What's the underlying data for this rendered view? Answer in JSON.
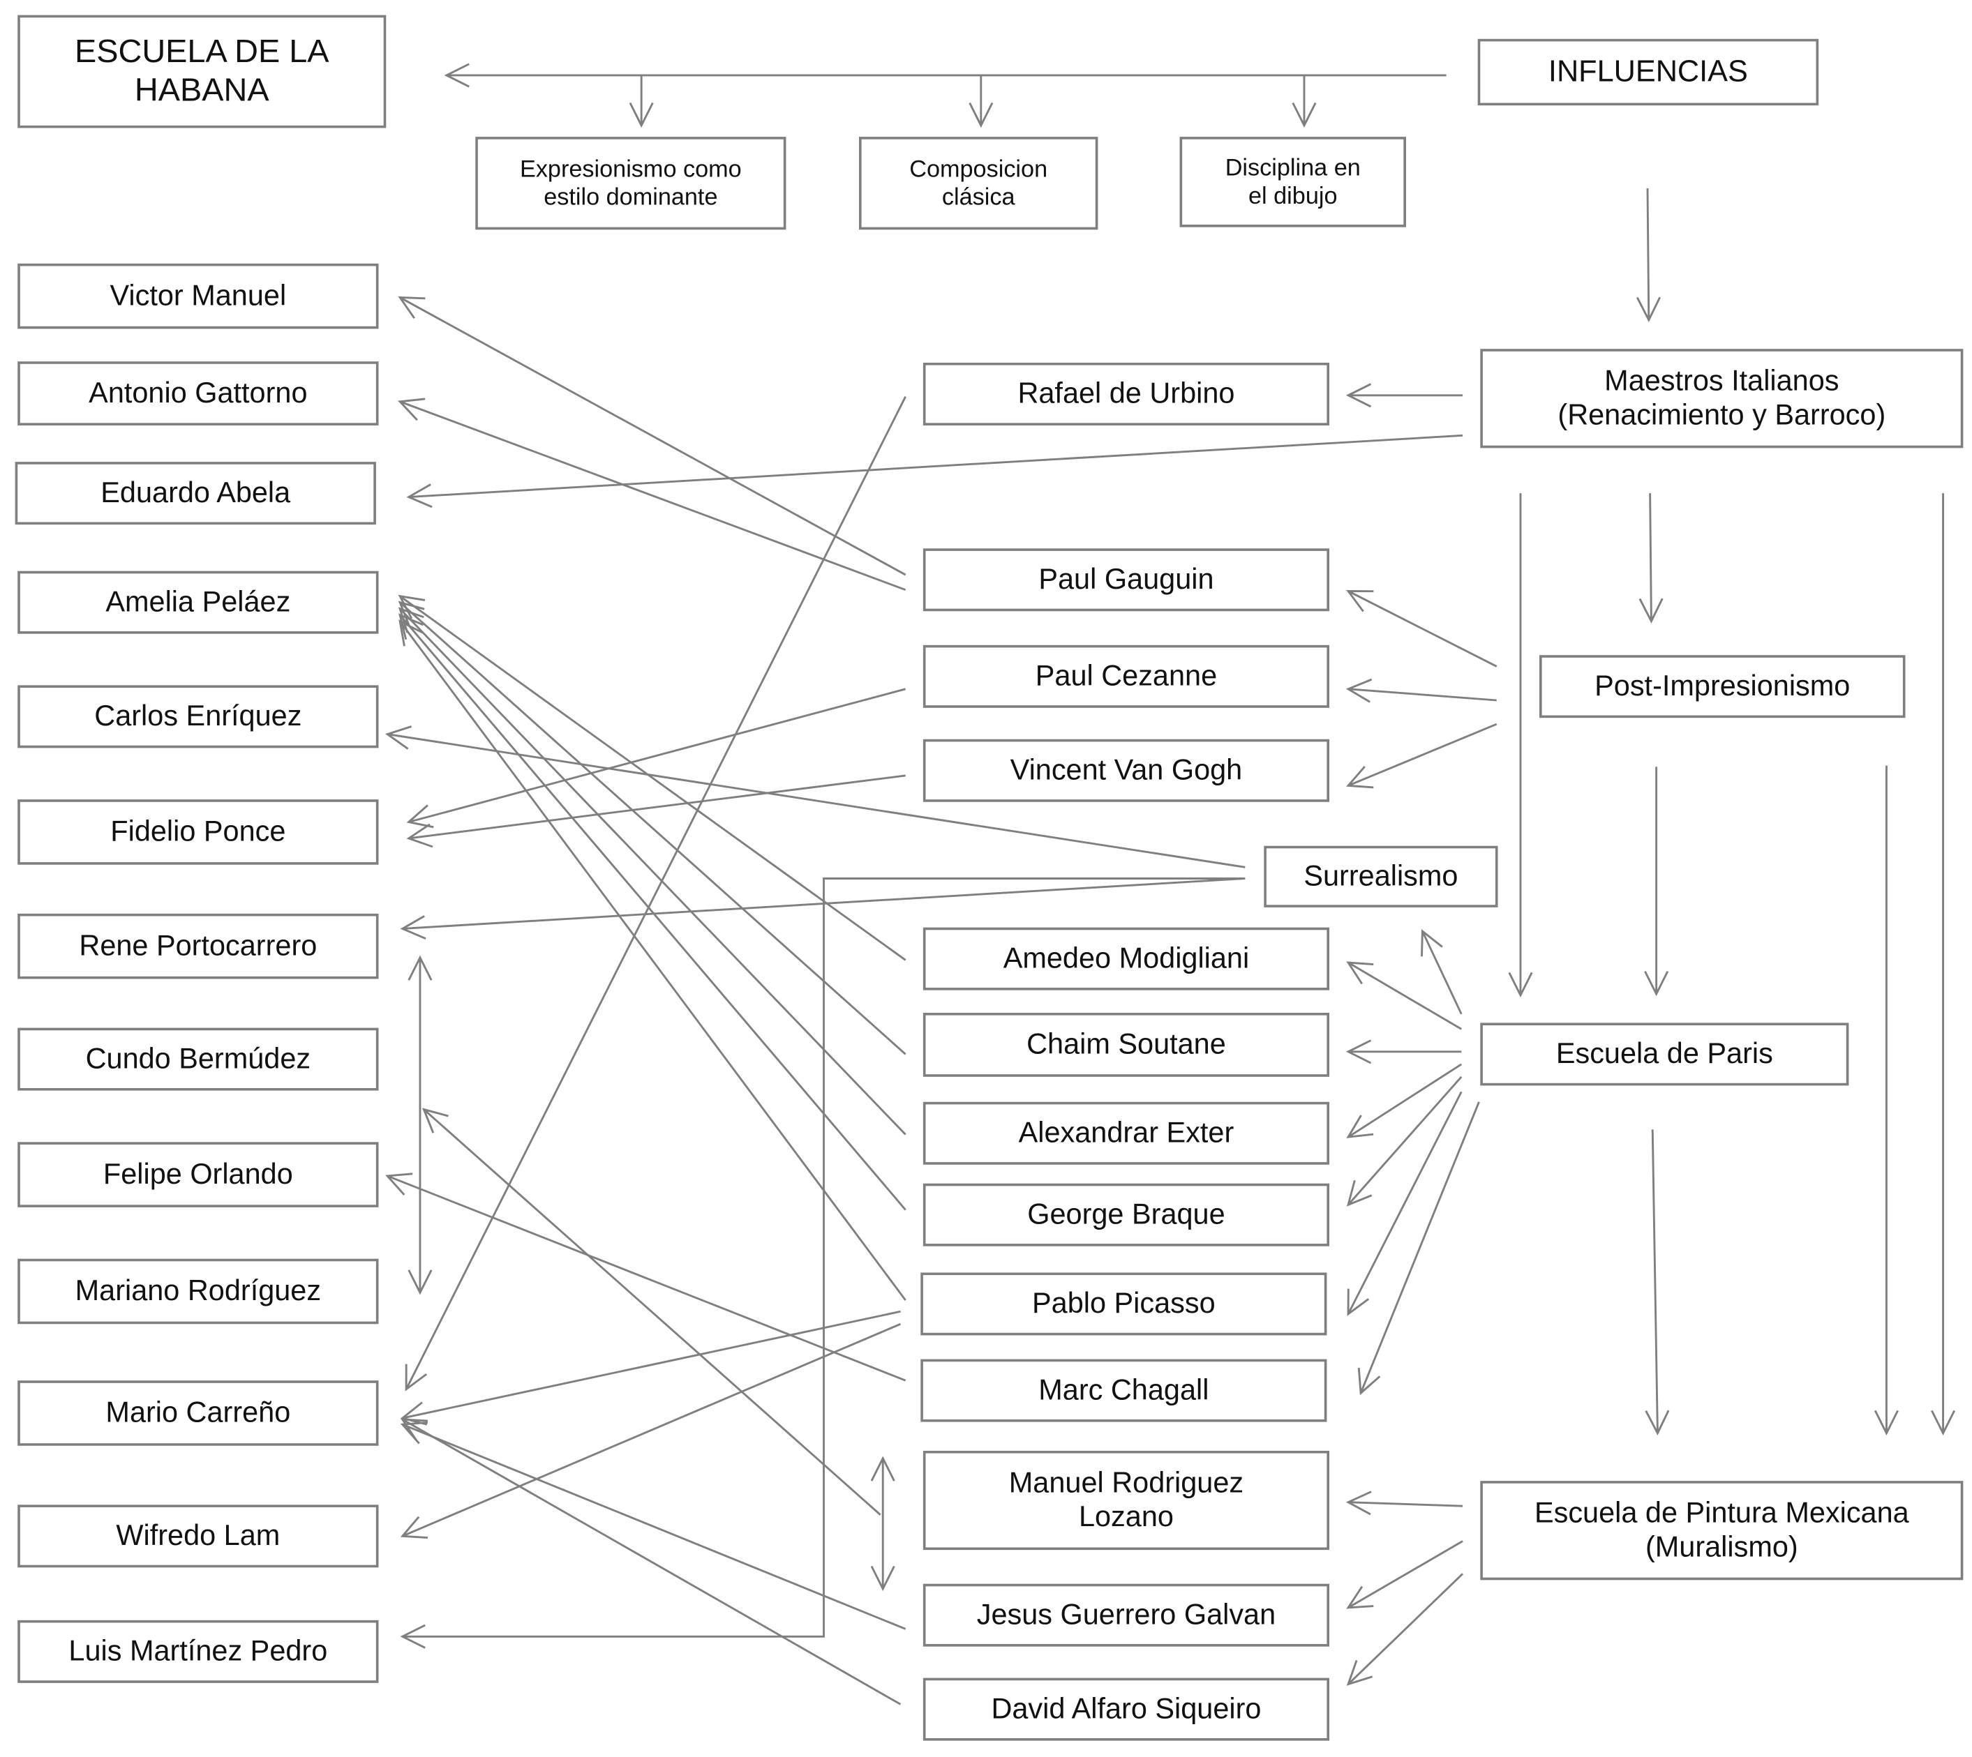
{
  "title": "ESCUELA DE LA HABANA",
  "colors": {
    "line": "#7f7f7f",
    "text": "#111111",
    "background": "#ffffff"
  },
  "nodes": {
    "habana": {
      "lines": [
        "ESCUELA DE LA",
        "HABANA"
      ]
    },
    "influencias": {
      "lines": [
        "INFLUENCIAS"
      ]
    },
    "expresionismo": {
      "lines": [
        "Expresionismo como",
        "estilo dominante"
      ]
    },
    "composicion": {
      "lines": [
        "Composicion",
        "clásica"
      ]
    },
    "disciplina": {
      "lines": [
        "Disciplina  en",
        "el dibujo"
      ]
    },
    "victor": {
      "lines": [
        "Victor Manuel"
      ]
    },
    "gattorno": {
      "lines": [
        "Antonio Gattorno"
      ]
    },
    "abela": {
      "lines": [
        "Eduardo Abela"
      ]
    },
    "pelaez": {
      "lines": [
        "Amelia Peláez"
      ]
    },
    "enriquez": {
      "lines": [
        "Carlos Enríquez"
      ]
    },
    "ponce": {
      "lines": [
        "Fidelio Ponce"
      ]
    },
    "portocarrero": {
      "lines": [
        "Rene Portocarrero"
      ]
    },
    "bermudez": {
      "lines": [
        "Cundo Bermúdez"
      ]
    },
    "orlando": {
      "lines": [
        "Felipe Orlando"
      ]
    },
    "mariano": {
      "lines": [
        "Mariano Rodríguez"
      ]
    },
    "carreno": {
      "lines": [
        "Mario Carreño"
      ]
    },
    "lam": {
      "lines": [
        "Wifredo Lam"
      ]
    },
    "martinez": {
      "lines": [
        "Luis Martínez Pedro"
      ]
    },
    "rafael": {
      "lines": [
        "Rafael de Urbino"
      ]
    },
    "gauguin": {
      "lines": [
        "Paul Gauguin"
      ]
    },
    "cezanne": {
      "lines": [
        "Paul Cezanne"
      ]
    },
    "vangogh": {
      "lines": [
        "Vincent Van  Gogh"
      ]
    },
    "surrealismo": {
      "lines": [
        "Surrealismo"
      ]
    },
    "modigliani": {
      "lines": [
        "Amedeo Modigliani"
      ]
    },
    "soutane": {
      "lines": [
        "Chaim Soutane"
      ]
    },
    "exter": {
      "lines": [
        "Alexandrar Exter"
      ]
    },
    "braque": {
      "lines": [
        "George Braque"
      ]
    },
    "picasso": {
      "lines": [
        "Pablo Picasso"
      ]
    },
    "chagall": {
      "lines": [
        "Marc Chagall"
      ]
    },
    "lozano": {
      "lines": [
        "Manuel Rodriguez",
        "Lozano"
      ]
    },
    "guerrero": {
      "lines": [
        "Jesus Guerrero Galvan"
      ]
    },
    "siqueiro": {
      "lines": [
        "David Alfaro  Siqueiro"
      ]
    },
    "italianos": {
      "lines": [
        "Maestros Italianos",
        "(Renacimiento y Barroco)"
      ]
    },
    "postimp": {
      "lines": [
        "Post-Impresionismo"
      ]
    },
    "paris": {
      "lines": [
        "Escuela de Paris"
      ]
    },
    "mexicana": {
      "lines": [
        "Escuela de Pintura Mexicana",
        "(Muralismo)"
      ]
    }
  },
  "edges": [
    {
      "from": "influencias",
      "to": "habana"
    },
    {
      "from": "influencias",
      "to": "expresionismo"
    },
    {
      "from": "influencias",
      "to": "composicion"
    },
    {
      "from": "influencias",
      "to": "disciplina"
    },
    {
      "from": "influencias",
      "to": "italianos"
    },
    {
      "from": "italianos",
      "to": "rafael"
    },
    {
      "from": "italianos",
      "to": "abela"
    },
    {
      "from": "italianos",
      "to": "postimp"
    },
    {
      "from": "italianos",
      "to": "paris"
    },
    {
      "from": "italianos",
      "to": "mexicana"
    },
    {
      "from": "postimp",
      "to": "gauguin"
    },
    {
      "from": "postimp",
      "to": "cezanne"
    },
    {
      "from": "postimp",
      "to": "vangogh"
    },
    {
      "from": "postimp",
      "to": "paris"
    },
    {
      "from": "postimp",
      "to": "mexicana"
    },
    {
      "from": "paris",
      "to": "surrealismo"
    },
    {
      "from": "paris",
      "to": "modigliani"
    },
    {
      "from": "paris",
      "to": "soutane"
    },
    {
      "from": "paris",
      "to": "exter"
    },
    {
      "from": "paris",
      "to": "braque"
    },
    {
      "from": "paris",
      "to": "picasso"
    },
    {
      "from": "paris",
      "to": "chagall"
    },
    {
      "from": "paris",
      "to": "mexicana"
    },
    {
      "from": "mexicana",
      "to": "lozano"
    },
    {
      "from": "mexicana",
      "to": "guerrero"
    },
    {
      "from": "mexicana",
      "to": "siqueiro"
    },
    {
      "from": "gauguin",
      "to": "victor"
    },
    {
      "from": "gauguin",
      "to": "gattorno"
    },
    {
      "from": "rafael",
      "to": "carreno"
    },
    {
      "from": "cezanne",
      "to": "ponce"
    },
    {
      "from": "vangogh",
      "to": "ponce"
    },
    {
      "from": "surrealismo",
      "to": "enriquez"
    },
    {
      "from": "surrealismo",
      "to": "portocarrero"
    },
    {
      "from": "surrealismo",
      "to": "martinez"
    },
    {
      "from": "modigliani",
      "to": "pelaez"
    },
    {
      "from": "soutane",
      "to": "pelaez"
    },
    {
      "from": "exter",
      "to": "pelaez"
    },
    {
      "from": "braque",
      "to": "pelaez"
    },
    {
      "from": "picasso",
      "to": "pelaez"
    },
    {
      "from": "picasso",
      "to": "carreno"
    },
    {
      "from": "picasso",
      "to": "lam"
    },
    {
      "from": "chagall",
      "to": "orlando"
    },
    {
      "from": "lozano",
      "to": "bermudez"
    },
    {
      "from": "guerrero",
      "to": "carreno"
    },
    {
      "from": "siqueiro",
      "to": "carreno"
    },
    {
      "from": "portocarrero",
      "to": "mariano",
      "bidirectional": true
    },
    {
      "from": "lozano",
      "to": "guerrero",
      "bidirectional": true
    }
  ]
}
